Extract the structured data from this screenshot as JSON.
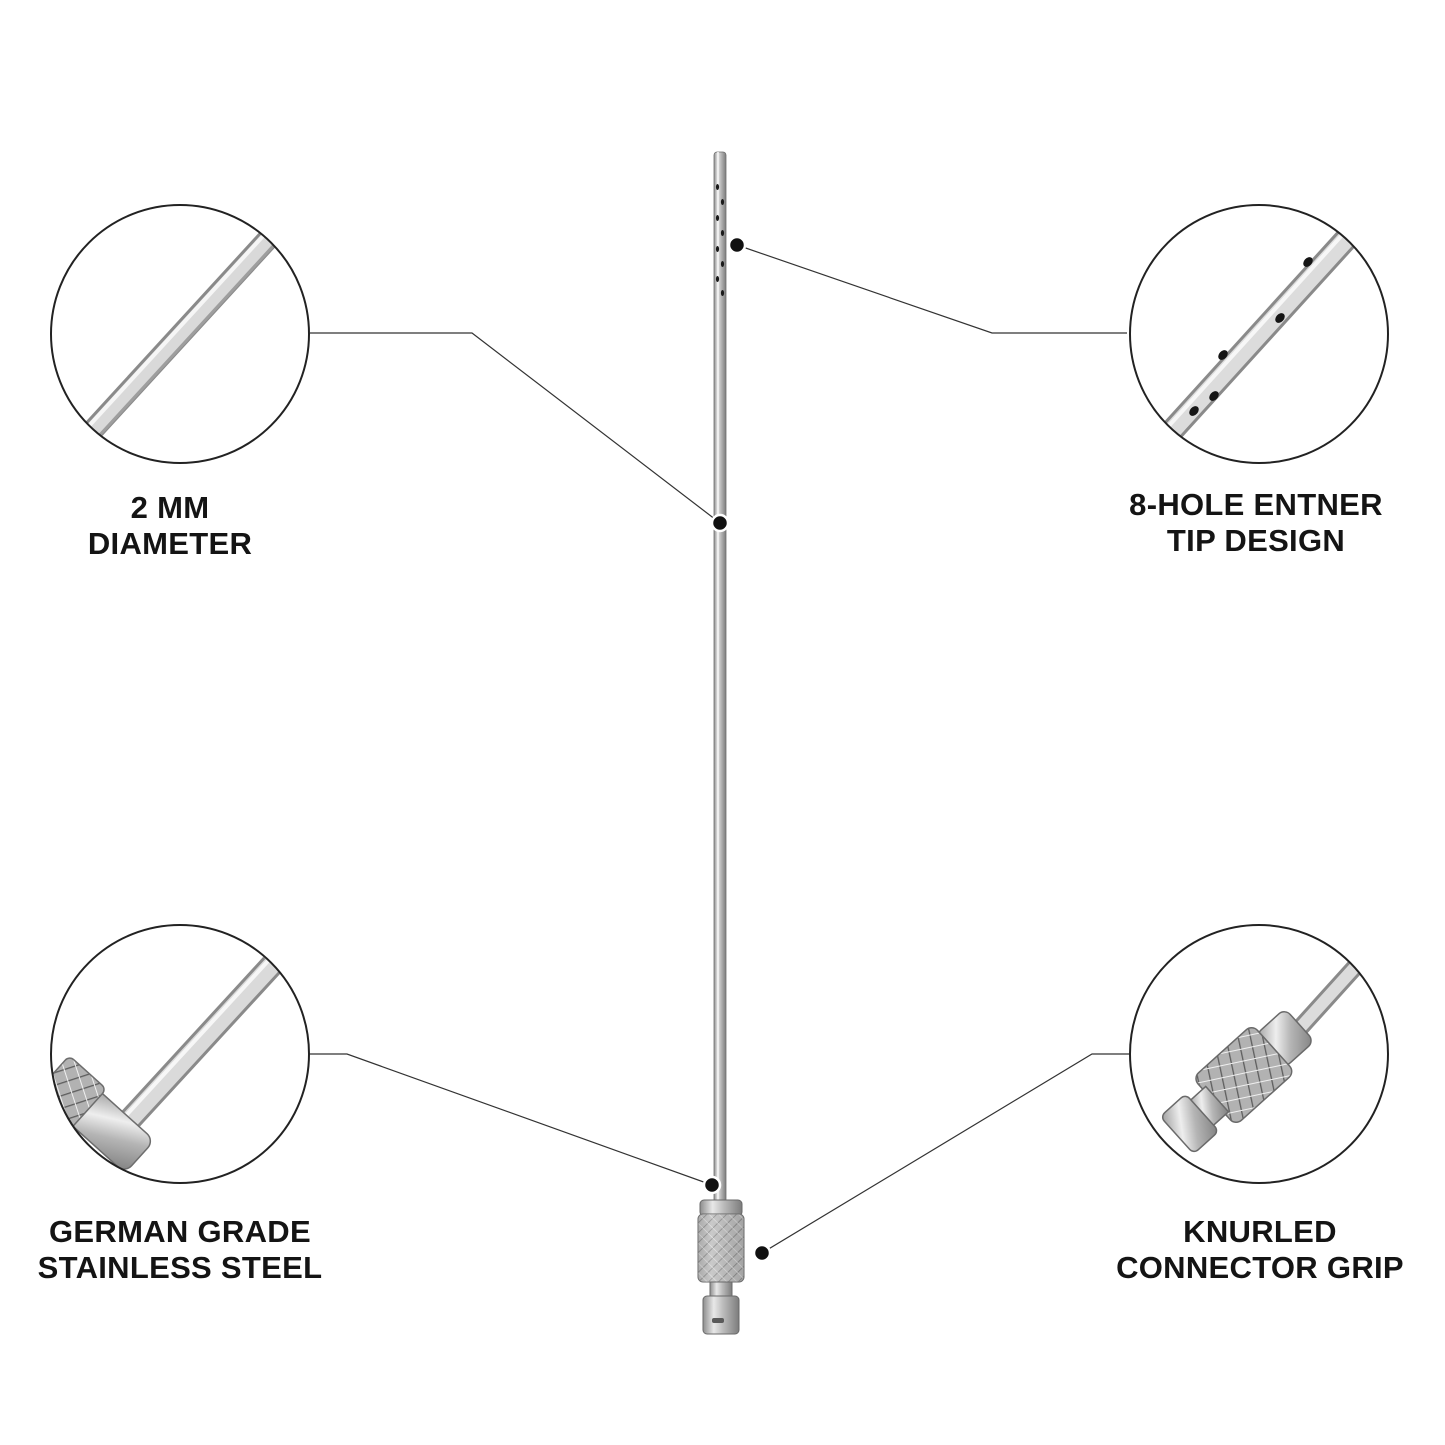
{
  "features": {
    "diameter": {
      "line1": "2 MM",
      "line2": "DIAMETER"
    },
    "tip": {
      "line1": "8-HOLE ENTNER",
      "line2": "TIP DESIGN"
    },
    "material": {
      "line1": "GERMAN GRADE",
      "line2": "STAINLESS STEEL"
    },
    "grip": {
      "line1": "KNURLED",
      "line2": "CONNECTOR GRIP"
    }
  },
  "colors": {
    "background": "#ffffff",
    "text": "#141414",
    "leader_line": "#333333",
    "steel_light": "#e4e4e4",
    "steel_dark": "#8a8a8a",
    "hole": "#1a1a1a"
  }
}
